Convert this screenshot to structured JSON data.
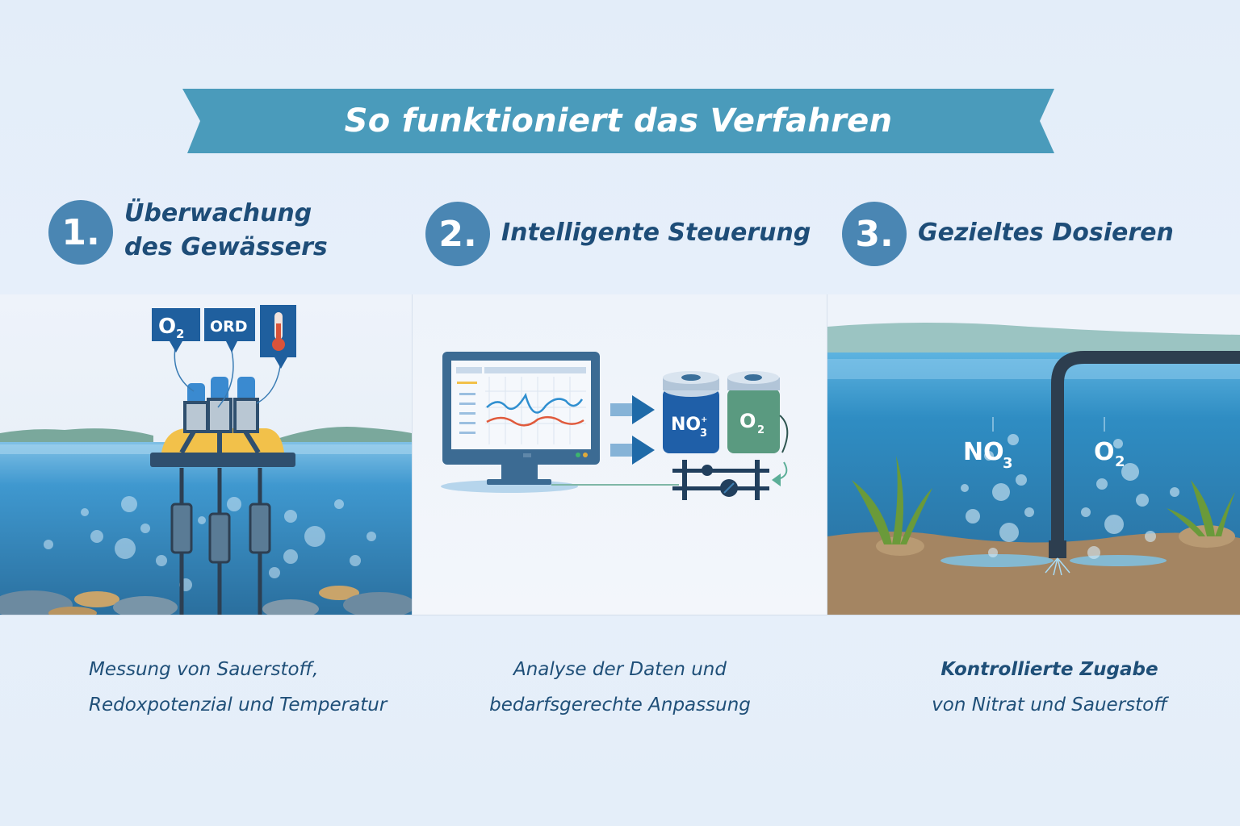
{
  "header": {
    "title": "So funktioniert das Verfahren",
    "banner_color": "#4a9bbb"
  },
  "steps": [
    {
      "number": "1.",
      "title_line1": "Überwachung",
      "title_line2": "des Gewässers",
      "caption_line1": "Messung von Sauerstoff,",
      "caption_line2": "Redoxpotenzial und Temperatur",
      "illustration": {
        "type": "monitoring-buoy",
        "sensor_labels": [
          "O2",
          "ORD",
          "thermometer-icon"
        ]
      }
    },
    {
      "number": "2.",
      "title": "Intelligente Steuerung",
      "caption_line1": "Analyse der Daten und",
      "caption_line2": "bedarfsgerechte Anpassung",
      "illustration": {
        "type": "control-system",
        "tank_labels": [
          "NO3",
          "O2"
        ],
        "tank_colors": [
          "#1f5fa8",
          "#5a9a80"
        ]
      }
    },
    {
      "number": "3.",
      "title": "Gezieltes Dosieren",
      "caption_line1": "Kontrollierte Zugabe",
      "caption_line2": "von Nitrat und Sauerstoff",
      "illustration": {
        "type": "dosing-pipe",
        "labels": [
          "NO3",
          "O2"
        ]
      }
    }
  ],
  "colors": {
    "accent": "#4a86b3",
    "title_text": "#1e4d78",
    "water": "#3a8fc4",
    "background": "#e5eef9"
  }
}
